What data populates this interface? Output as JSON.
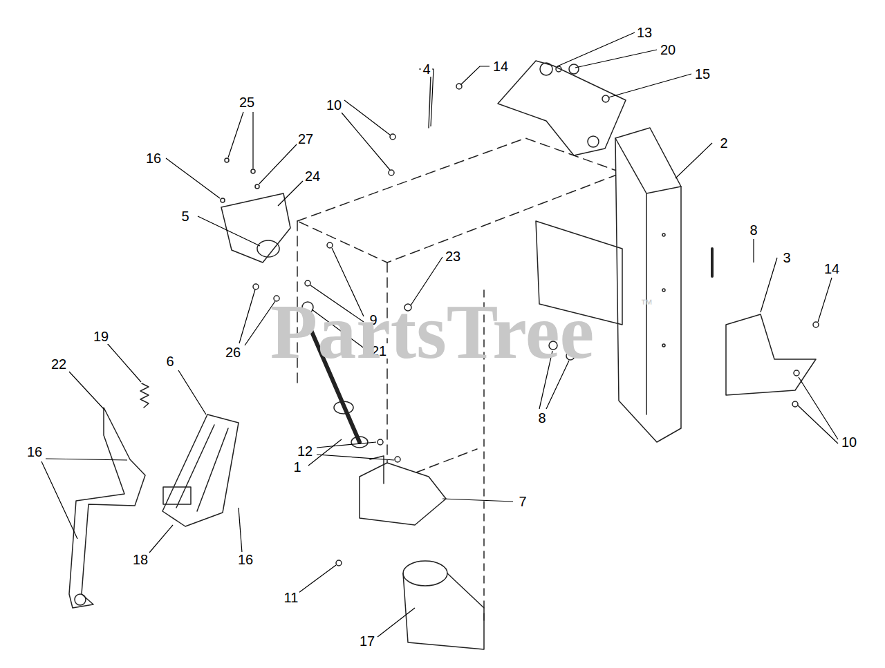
{
  "diagram": {
    "labels": [
      "13",
      "20",
      "15",
      "4",
      "14",
      "10",
      "2",
      "25",
      "27",
      "16",
      "24",
      "5",
      "23",
      "8",
      "3",
      "14",
      "9",
      "26",
      "21",
      "19",
      "22",
      "6",
      "1",
      "8",
      "10",
      "16",
      "18",
      "16",
      "12",
      "7",
      "11",
      "17",
      "PartsTree",
      "™"
    ]
  }
}
